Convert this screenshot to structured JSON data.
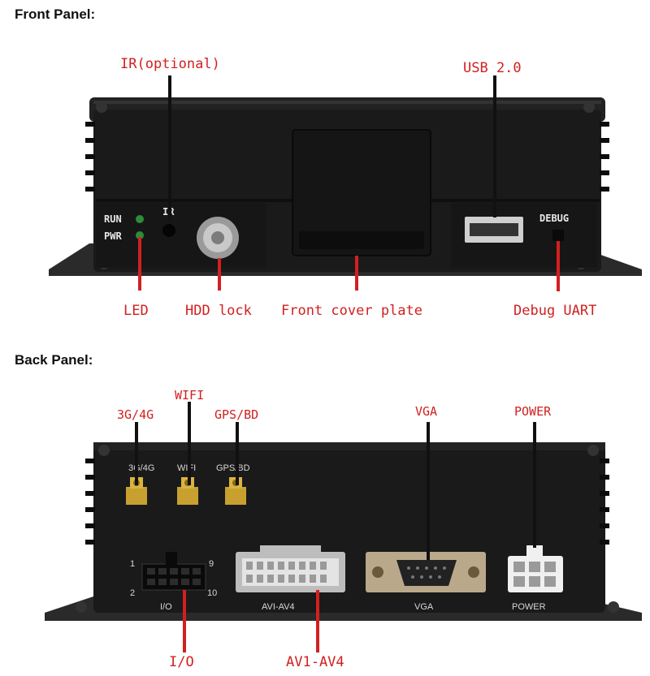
{
  "front": {
    "title": "Front Panel:",
    "callouts": {
      "ir_optional": "IR(optional)",
      "usb": "USB 2.0",
      "led": "LED",
      "hdd_lock": "HDD lock",
      "front_cover": "Front cover plate",
      "debug_uart": "Debug UART"
    },
    "silkscreen": {
      "run": "RUN",
      "pwr": "PWR",
      "ir": "IR",
      "debug": "DEBUG"
    }
  },
  "back": {
    "title": "Back Panel:",
    "callouts": {
      "g34": "3G/4G",
      "wifi": "WIFI",
      "gps": "GPS/BD",
      "vga": "VGA",
      "power": "POWER",
      "io": "I/O",
      "av": "AV1-AV4"
    },
    "silkscreen": {
      "g34": "3G/4G",
      "wifi": "WIFI",
      "gps": "GPS/BD",
      "pin1": "1",
      "pin9": "9",
      "pin2": "2",
      "pin10": "10",
      "io": "I/O",
      "av": "AVI-AV4",
      "vga": "VGA",
      "power": "POWER"
    }
  },
  "colors": {
    "callout": "#d22020",
    "device": "#1a1a1a",
    "led_green": "#2e8b3a"
  }
}
